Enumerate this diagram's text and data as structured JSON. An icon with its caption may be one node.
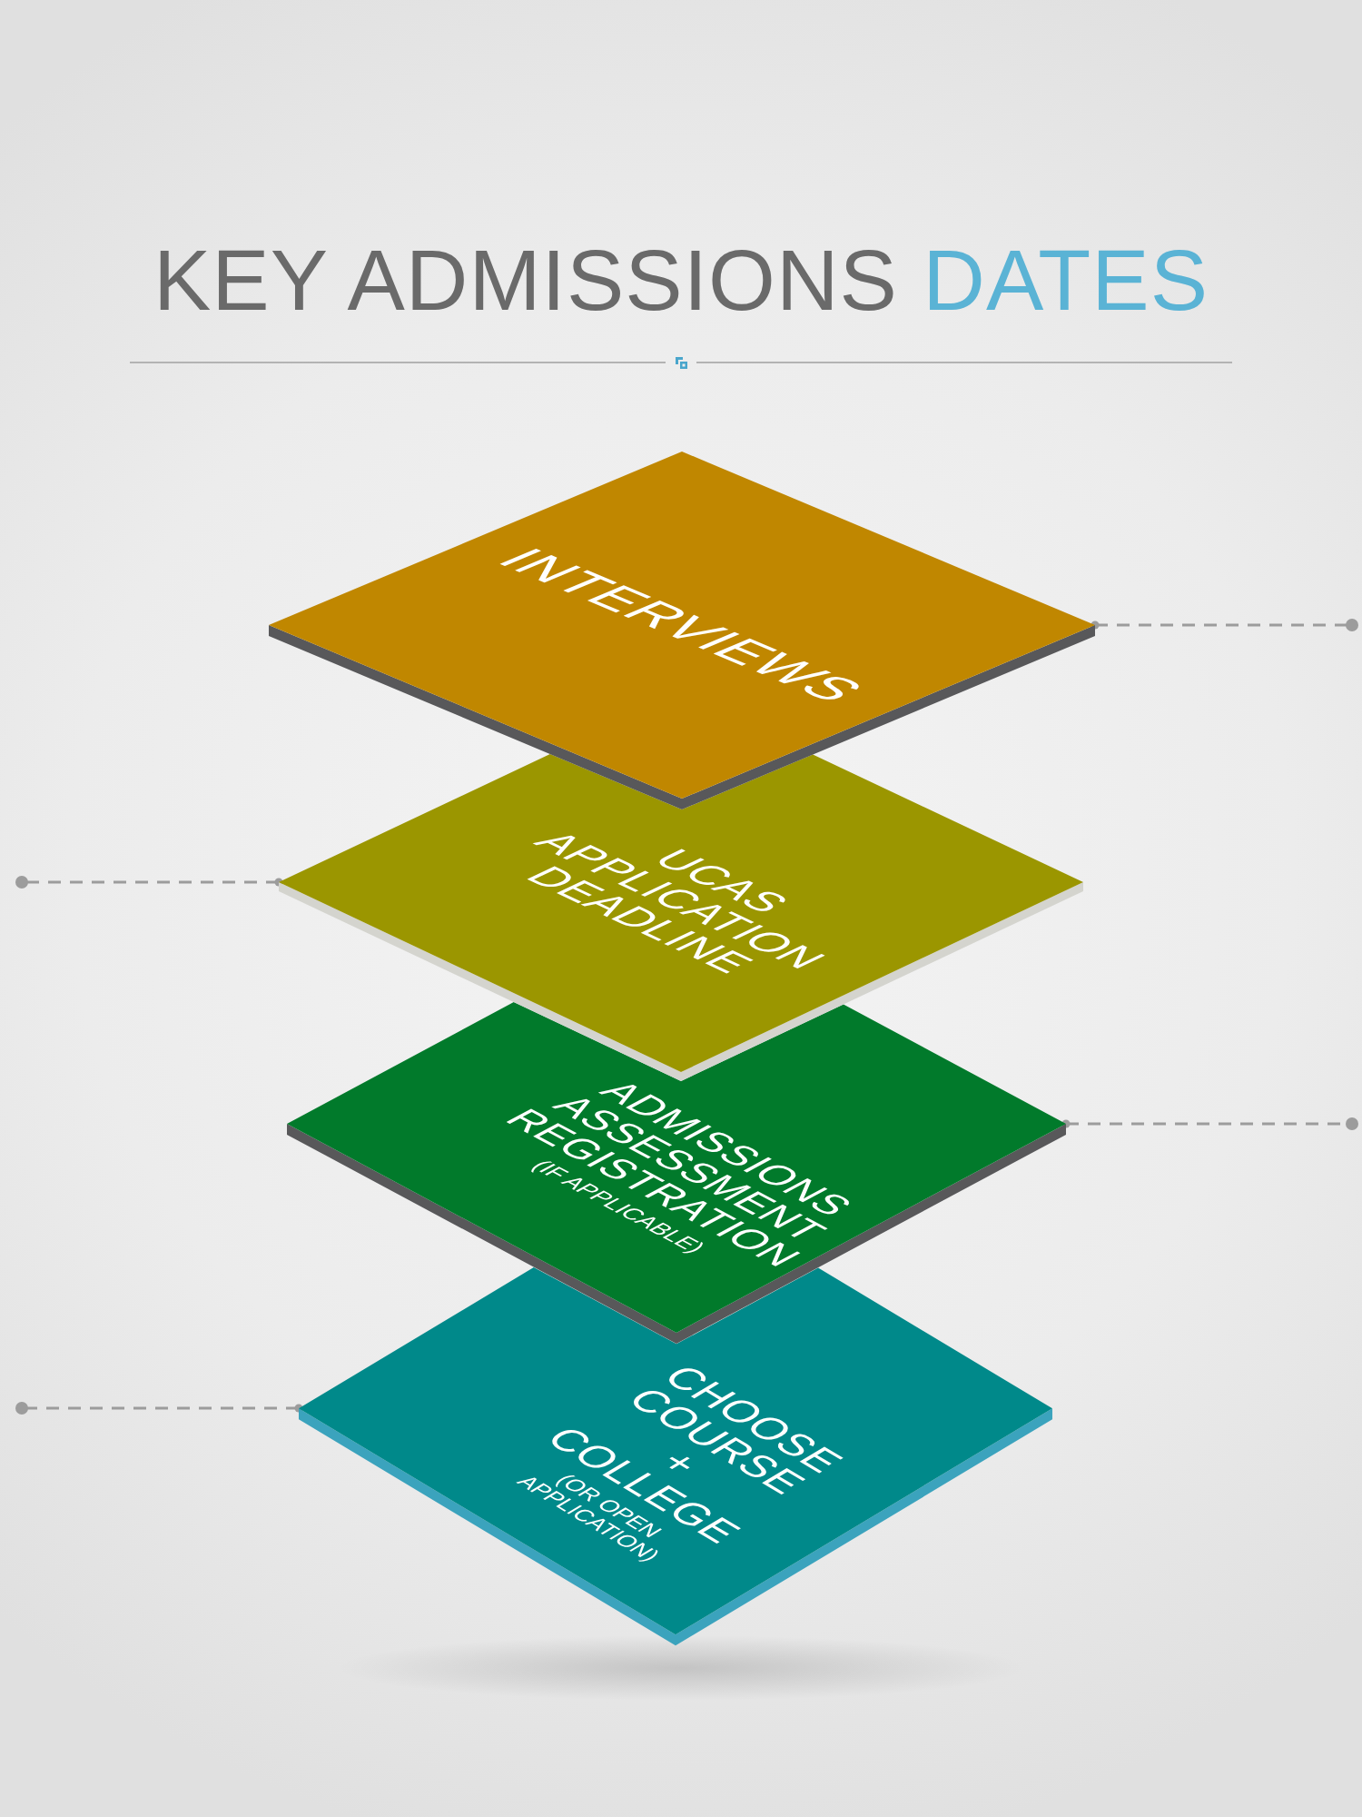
{
  "diagram": {
    "title": "KEY ADMISSIONS **DATES**",
    "nodes": [
      {
        "text": [
          "INTERVIEWS"
        ]
      },
      {
        "text": [
          "UCAS APPLICATION DEADLINE"
        ]
      },
      {
        "text": [
          "ADMISSIONS ASSESSMENT REGISTRATION",
          "(IF APPLICABLE)"
        ]
      },
      {
        "text": [
          "CHOOSE COURSE + COLLEGE",
          "(OR OPEN APPLICATION)"
        ]
      }
    ],
    "edges": [
      {
        "from": 0,
        "to": null,
        "arrow": "other",
        "style": "dashed"
      },
      {
        "from": 1,
        "to": null,
        "arrow": "other",
        "style": "dashed"
      },
      {
        "from": 2,
        "to": null,
        "arrow": "other",
        "style": "dashed"
      },
      {
        "from": 3,
        "to": null,
        "arrow": "other",
        "style": "dashed"
      }
    ]
  }
}
